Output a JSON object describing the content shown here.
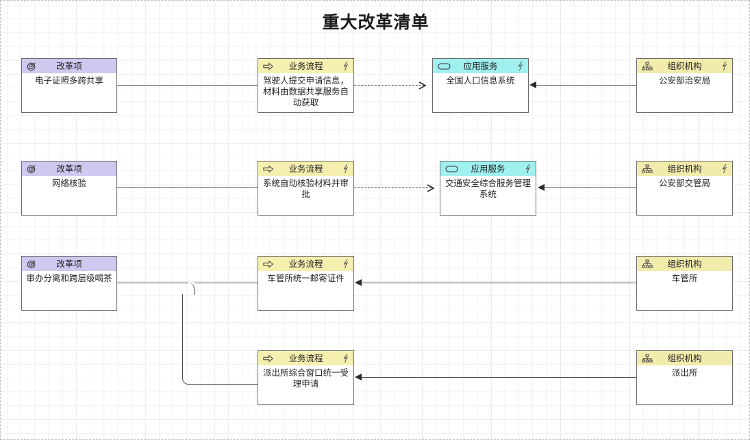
{
  "page": {
    "title": "重大改革清单"
  },
  "palette": {
    "reform_header": "#cfc9f0",
    "process_header": "#f5f0b0",
    "service_header": "#9ff0ef",
    "org_header": "#f2ecac",
    "node_border": "#6a6a6a",
    "connector": "#4a4a4a",
    "canvas_border": "#b9b9b9",
    "grid_minor": "#f0f0f0",
    "grid_major": "#e2e2e2"
  },
  "types": {
    "reform": "改革项",
    "process": "业务流程",
    "service": "应用服务",
    "org": "组织机构"
  },
  "nodes": [
    {
      "id": "reform1",
      "type": "reform",
      "header": "改革项",
      "icon": "target-icon",
      "badge": null,
      "body": "电子证照多跨共享"
    },
    {
      "id": "process1",
      "type": "process",
      "header": "业务流程",
      "icon": "arrow-right-icon",
      "badge": "flash-icon",
      "body": "驾驶人提交申请信息，材料由数据共享服务自动获取"
    },
    {
      "id": "service1",
      "type": "service",
      "header": "应用服务",
      "icon": "rounded-rect-icon",
      "badge": "flash-icon",
      "body": "全国人口信息系统"
    },
    {
      "id": "org1",
      "type": "org",
      "header": "组织机构",
      "icon": "org-chart-icon",
      "badge": "flash-icon",
      "body": "公安部治安局"
    },
    {
      "id": "reform2",
      "type": "reform",
      "header": "改革项",
      "icon": "target-icon",
      "badge": null,
      "body": "网络核验"
    },
    {
      "id": "process2",
      "type": "process",
      "header": "业务流程",
      "icon": "arrow-right-icon",
      "badge": "flash-icon",
      "body": "系统自动核验材料并审批"
    },
    {
      "id": "service2",
      "type": "service",
      "header": "应用服务",
      "icon": "rounded-rect-icon",
      "badge": "flash-icon",
      "body": "交通安全综合服务管理系统"
    },
    {
      "id": "org2",
      "type": "org",
      "header": "组织机构",
      "icon": "org-chart-icon",
      "badge": "flash-icon",
      "body": "公安部交管局"
    },
    {
      "id": "reform3",
      "type": "reform",
      "header": "改革项",
      "icon": "target-icon",
      "badge": null,
      "body": "审办分离和跨层级喝茶"
    },
    {
      "id": "process3",
      "type": "process",
      "header": "业务流程",
      "icon": "arrow-right-icon",
      "badge": "flash-icon",
      "body": "车管所统一邮寄证件"
    },
    {
      "id": "org3",
      "type": "org",
      "header": "组织机构",
      "icon": "org-chart-icon",
      "badge": null,
      "body": "车管所"
    },
    {
      "id": "process4",
      "type": "process",
      "header": "业务流程",
      "icon": "arrow-right-icon",
      "badge": "flash-icon",
      "body": "派出所综合窗口统一受理申请"
    },
    {
      "id": "org4",
      "type": "org",
      "header": "组织机构",
      "icon": "org-chart-icon",
      "badge": null,
      "body": "派出所"
    }
  ],
  "connectors": [
    {
      "from": "reform1",
      "to": "process1",
      "style": "solid",
      "arrow": "none"
    },
    {
      "from": "process1",
      "to": "service1",
      "style": "dashed",
      "arrow": "open-right"
    },
    {
      "from": "org1",
      "to": "service1",
      "style": "solid",
      "arrow": "filled-left"
    },
    {
      "from": "reform2",
      "to": "process2",
      "style": "solid",
      "arrow": "none"
    },
    {
      "from": "process2",
      "to": "service2",
      "style": "dashed",
      "arrow": "open-right"
    },
    {
      "from": "org2",
      "to": "service2",
      "style": "solid",
      "arrow": "filled-left"
    },
    {
      "from": "reform3",
      "to": "process3",
      "style": "solid",
      "arrow": "none"
    },
    {
      "from": "reform3",
      "to": "process4",
      "style": "solid-elbow",
      "arrow": "none"
    },
    {
      "from": "org3",
      "to": "process3",
      "style": "solid",
      "arrow": "filled-left"
    },
    {
      "from": "org4",
      "to": "process4",
      "style": "solid",
      "arrow": "filled-left"
    }
  ]
}
